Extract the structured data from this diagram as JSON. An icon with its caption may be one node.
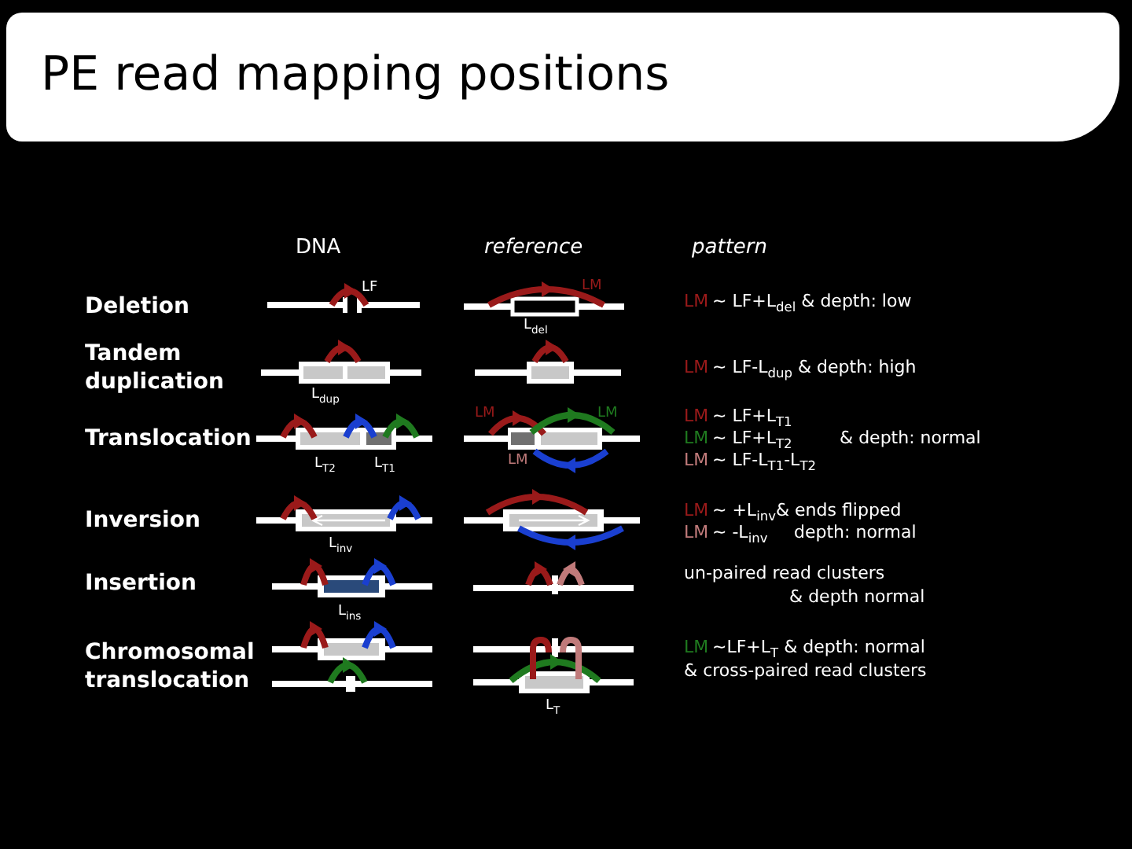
{
  "diagram": {
    "title": "PE read mapping positions",
    "labels": [
      "DNA",
      "reference",
      "pattern",
      "Deletion",
      "LF",
      "LM",
      "LM",
      "~ LF+L$_{del}$ &  depth: low",
      "L$_{del}$",
      "Tandem duplication",
      "LM",
      "~ LF-L$_{dup}$ & depth: high",
      "L$_{dup}$",
      "Translocation",
      "LM",
      "LM",
      "LM",
      "~ LF+L$_{T1}$",
      "LM",
      "~ LF+L$_{T2}$",
      "& depth: normal",
      "L$_{T2}$",
      "L$_{T1}$",
      "LM",
      "LM",
      "~ LF-L$_{T1}$-L$_{T2}$",
      "Inversion",
      "LM",
      "~ +L$_{inv}$& ends flipped",
      "LM",
      "~ -L$_{inv}$",
      "depth: normal",
      "L$_{inv}$",
      "Insertion",
      "un-paired read clusters",
      "& depth normal",
      "L$_{ins}$",
      "Chromosomal translocation",
      "LM",
      "~LF+L$_{T}$ & depth: normal",
      "& cross-paired read clusters",
      "L$_{T}$"
    ]
  }
}
